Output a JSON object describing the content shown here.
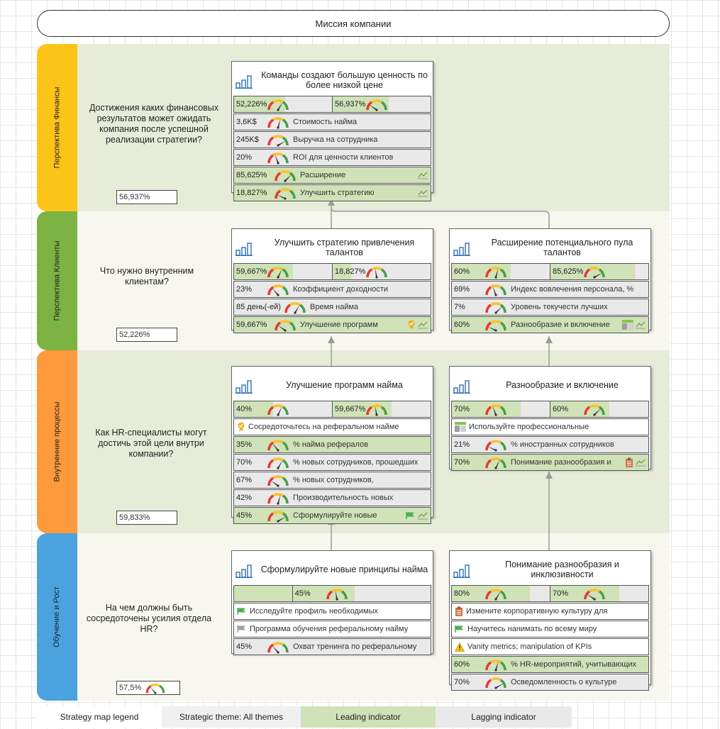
{
  "mission": "Миссия компании",
  "colors": {
    "finance_tab": "#fcc419",
    "customers_tab": "#7cb342",
    "processes_tab": "#ff9a3c",
    "learning_tab": "#4aa3df",
    "band_green": "#e7ecd9",
    "band_light": "#f7f7f0",
    "leading_fill": "#cfe2b8",
    "lagging_fill": "#e9e9e9"
  },
  "perspectives": [
    {
      "name": "Перспектива Финансы",
      "question": "Достижения каких финансовых результатов может ожидать компания после успешной реализации стратегии?",
      "score": "56,937%"
    },
    {
      "name": "Перспектива Клиенты",
      "question": "Что нужно внутренним клиентам?",
      "score": "52,226%"
    },
    {
      "name": "Внутренние процессы",
      "question": "Как HR-специалисты могут достичь этой цели внутри компании?",
      "score": "59,833%"
    },
    {
      "name": "Обучение и Рост",
      "question": "На чем должны быть сосредоточены усилия отдела HR?",
      "score": "57,5%"
    }
  ],
  "cards": {
    "team_value": {
      "title": "Команды создают большую ценность по более низкой цене",
      "dual": [
        {
          "value": "52,226%",
          "fill": 0.52
        },
        {
          "value": "56,937%",
          "fill": 0.57
        }
      ],
      "rows": [
        {
          "value": "3,6K$",
          "label": "Стоимость найма"
        },
        {
          "value": "245K$",
          "label": "Выручка на сотрудника"
        },
        {
          "value": "20%",
          "label": "ROI для ценности клиентов"
        },
        {
          "value": "85,625%",
          "label": "Расширение"
        },
        {
          "value": "18,827%",
          "label": "Улучшить стратегию"
        }
      ]
    },
    "talent_strategy": {
      "title": "Улучшить стратегию привлечения талантов",
      "dual": [
        {
          "value": "59,667%",
          "fill": 0.6
        },
        {
          "value": "18,827%",
          "fill": 0.19
        }
      ],
      "rows": [
        {
          "value": "23%",
          "label": "Коэффициент доходности"
        },
        {
          "value": "85 день(-ей)",
          "label": "Время найма"
        },
        {
          "value": "59,667%",
          "label": "Улучшение программ"
        }
      ]
    },
    "talent_pool": {
      "title": "Расширение потенциального пула талантов",
      "dual": [
        {
          "value": "60%",
          "fill": 0.6
        },
        {
          "value": "85,625%",
          "fill": 0.86
        }
      ],
      "rows": [
        {
          "value": "69%",
          "label": "Индекс вовлечения персонала, %"
        },
        {
          "value": "7%",
          "label": "Уровень текучести лучших"
        },
        {
          "value": "60%",
          "label": "Разнообразие и включение"
        }
      ]
    },
    "hiring_programs": {
      "title": "Улучшение программ найма",
      "dual": [
        {
          "value": "40%",
          "fill": 0.4
        },
        {
          "value": "59,667%",
          "fill": 0.6
        }
      ],
      "initiative": "Сосредоточьтесь на реферальном найме",
      "rows": [
        {
          "value": "35%",
          "label": "% найма рефералов"
        },
        {
          "value": "70%",
          "label": "% новых сотрудников, прошедших"
        },
        {
          "value": "67%",
          "label": "% новых сотрудников,"
        },
        {
          "value": "42%",
          "label": "Производительность новых"
        },
        {
          "value": "45%",
          "label": "Сформулируйте новые"
        }
      ]
    },
    "diversity": {
      "title": "Разнообразие и включение",
      "dual": [
        {
          "value": "70%",
          "fill": 0.7
        },
        {
          "value": "60%",
          "fill": 0.6
        }
      ],
      "initiative": "Используйте профессиональные",
      "rows": [
        {
          "value": "21%",
          "label": "% иностранных сотрудников"
        },
        {
          "value": "70%",
          "label": "Понимание разнообразия и"
        }
      ]
    },
    "hiring_principles": {
      "title": "Сформулируйте новые принципы найма",
      "dual": [
        {
          "value": "",
          "fill": 0.0
        },
        {
          "value": "45%",
          "fill": 0.45
        }
      ],
      "initiatives": [
        "Исследуйте профиль необходимых",
        "Программа обучения реферальному найму"
      ],
      "rows": [
        {
          "value": "45%",
          "label": "Охват тренинга по реферальному"
        }
      ]
    },
    "diversity_understanding": {
      "title": "Понимание разнообразия и инклюзивности",
      "dual": [
        {
          "value": "80%",
          "fill": 0.8
        },
        {
          "value": "70%",
          "fill": 0.7
        }
      ],
      "initiatives": [
        "Измените корпоративную культуру для",
        "Научитесь нанимать по всему миру",
        "Vanity metrics; manipulation of KPIs"
      ],
      "rows": [
        {
          "value": "60%",
          "label": "% HR-мероприятий, учитывающих"
        },
        {
          "value": "70%",
          "label": "Осведомленность о культуре"
        }
      ]
    }
  },
  "legend": {
    "title": "Strategy map legend",
    "theme": "Strategic theme: All themes",
    "leading": "Leading indicator",
    "lagging": "Lagging indicator"
  }
}
